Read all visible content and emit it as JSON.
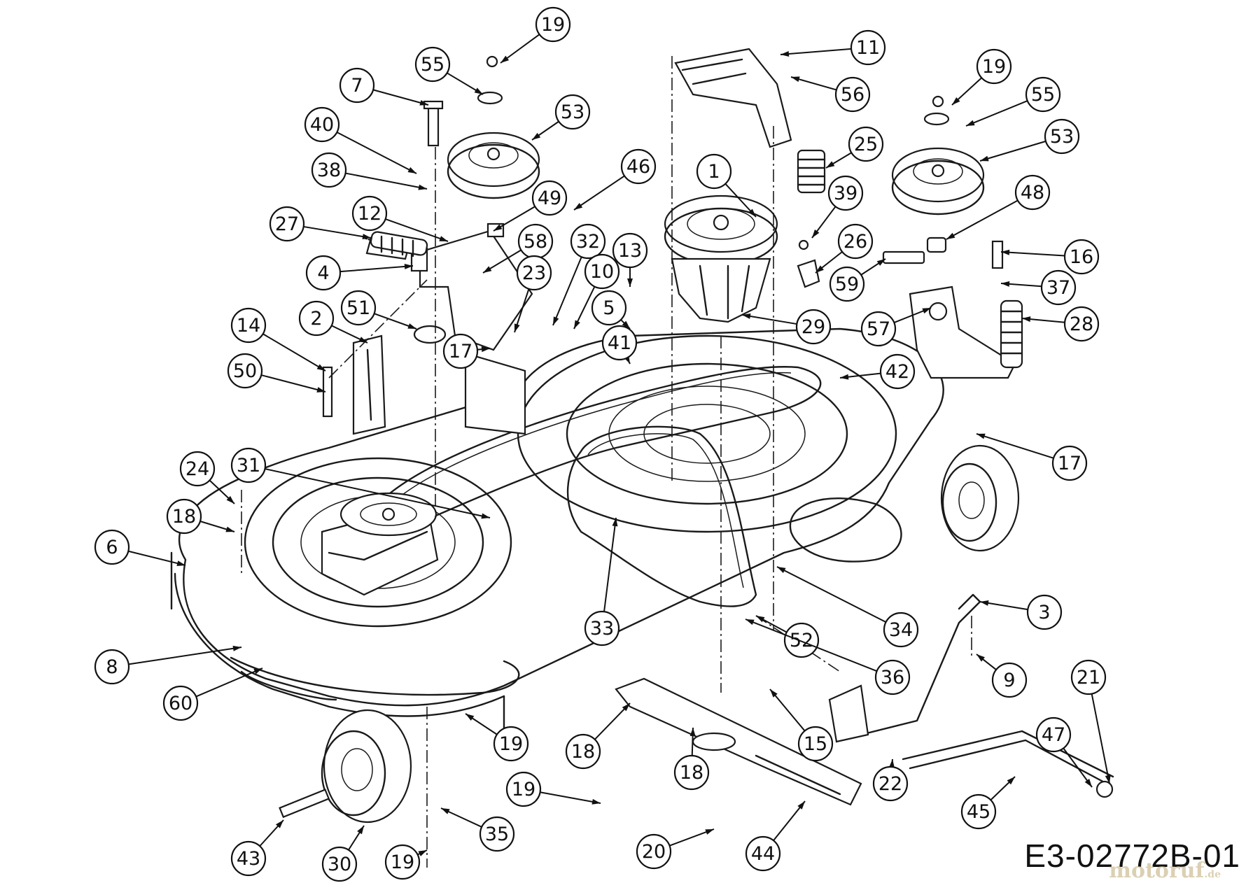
{
  "drawing_number": "E3-02772B-01",
  "watermark": {
    "text": "motoruf",
    "suffix": ".de"
  },
  "callouts": [
    "1",
    "2",
    "3",
    "4",
    "5",
    "6",
    "7",
    "8",
    "9",
    "10",
    "11",
    "12",
    "13",
    "14",
    "15",
    "16",
    "17",
    "18",
    "19",
    "20",
    "21",
    "22",
    "23",
    "24",
    "25",
    "26",
    "27",
    "28",
    "29",
    "30",
    "31",
    "32",
    "33",
    "34",
    "35",
    "36",
    "37",
    "38",
    "39",
    "40",
    "41",
    "42",
    "43",
    "44",
    "45",
    "46",
    "47",
    "48",
    "49",
    "50",
    "51",
    "52",
    "53",
    "55",
    "56",
    "57",
    "58",
    "59",
    "60"
  ],
  "colors": {
    "ink": "#1a1a1a",
    "background": "#ffffff",
    "watermark": "#c9b88a"
  }
}
